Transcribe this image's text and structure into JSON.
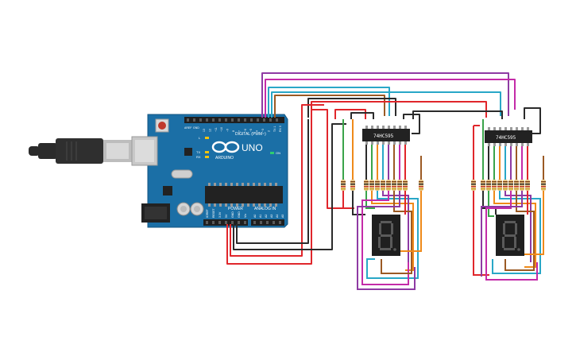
{
  "board": {
    "logo_text": "UNO",
    "brand": "ARDUINO",
    "digital_label": "DIGITAL (PWM~)",
    "power_label": "POWER",
    "analog_label": "ANALOG IN",
    "aref": "AREF",
    "gnd": "GND",
    "pins_top": [
      "13",
      "12",
      "~11",
      "~10",
      "~9",
      "8",
      "7",
      "~6",
      "~5",
      "4",
      "~3",
      "2",
      "TX 1",
      "RX 0"
    ],
    "power_pins": [
      "IOREF",
      "RESET",
      "3.3V",
      "5V",
      "GND",
      "GND",
      "Vin"
    ],
    "analog_pins": [
      "A0",
      "A1",
      "A2",
      "A3",
      "A4",
      "A5"
    ],
    "led_labels": [
      "L",
      "TX",
      "RX",
      "ON"
    ]
  },
  "chips": [
    {
      "id": "left",
      "label": "74HC595"
    },
    {
      "id": "right",
      "label": "74HC595"
    }
  ],
  "displays": [
    {
      "id": "left",
      "digit": "8."
    },
    {
      "id": "right",
      "digit": "8."
    }
  ],
  "colors": {
    "board": "#1b6fa6",
    "wire_red": "#e0262b",
    "wire_black": "#2b2b2b",
    "wire_purple": "#8e3aa3",
    "wire_cyan": "#29a7c7",
    "wire_brown": "#9b5a24",
    "wire_green": "#3aa44a",
    "wire_orange": "#ef8a1b",
    "wire_magenta": "#c42ba8",
    "resistor_body": "#e8c98c"
  }
}
